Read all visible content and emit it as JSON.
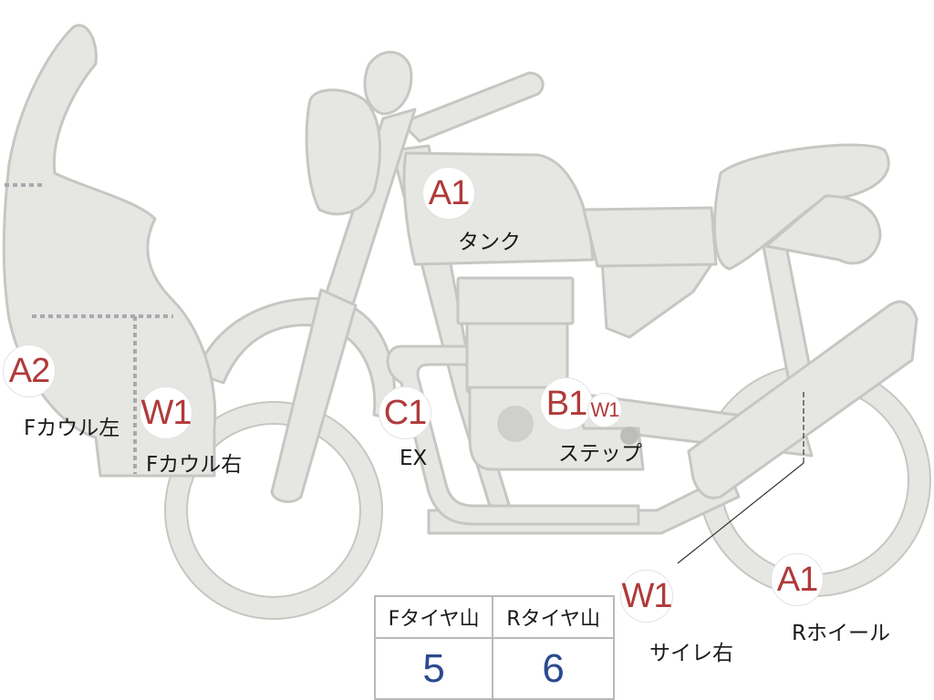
{
  "markers": [
    {
      "id": "tank",
      "code": "A1",
      "label": "タンク"
    },
    {
      "id": "f-cowl-left",
      "code": "A2",
      "label": "Fカウル左"
    },
    {
      "id": "f-cowl-right",
      "code": "W1",
      "label": "Fカウル右"
    },
    {
      "id": "ex",
      "code": "C1",
      "label": "EX"
    },
    {
      "id": "step",
      "code": "B1",
      "label": "ステップ"
    },
    {
      "id": "step-extra",
      "code": "W1",
      "label": ""
    },
    {
      "id": "silencer-right",
      "code": "W1",
      "label": "サイレ右"
    },
    {
      "id": "r-wheel",
      "code": "A1",
      "label": "Rホイール"
    }
  ],
  "tire_table": {
    "headers": [
      "Fタイヤ山",
      "Rタイヤ山"
    ],
    "values": [
      "5",
      "6"
    ]
  },
  "colors": {
    "body_fill": "#e6e6e3",
    "body_stroke": "#c6c6c3",
    "badge_text": "#b03a3a",
    "table_value": "#2b4a8f"
  }
}
